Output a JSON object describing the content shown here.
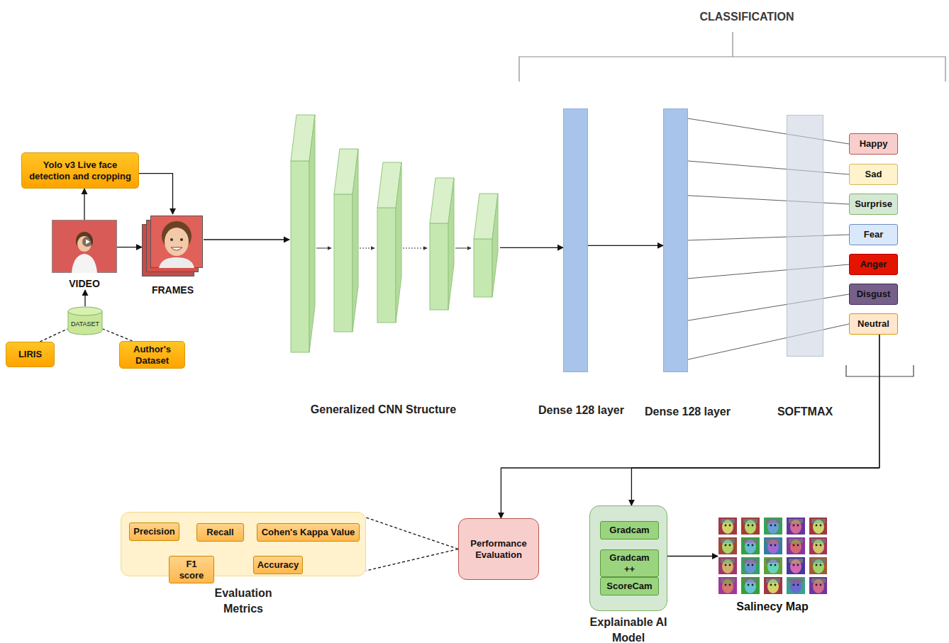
{
  "diagram": {
    "nodes": [
      {
        "text": [
          "Yolo v3 Live face detection and cropping"
        ]
      },
      {
        "text": [
          "VIDEO"
        ]
      },
      {
        "text": [
          "FRAMES"
        ]
      },
      {
        "text": [
          "DATASET"
        ]
      },
      {
        "text": [
          "LIRIS"
        ]
      },
      {
        "text": [
          "Author's Dataset"
        ]
      },
      {
        "text": [
          "Generalized CNN Structure"
        ]
      },
      {
        "text": [
          "Dense 128 layer"
        ]
      },
      {
        "text": [
          "Dense 128 layer"
        ]
      },
      {
        "text": [
          "SOFTMAX"
        ]
      },
      {
        "text": [
          "Happy"
        ]
      },
      {
        "text": [
          "Sad"
        ]
      },
      {
        "text": [
          "Surprise"
        ]
      },
      {
        "text": [
          "Fear"
        ]
      },
      {
        "text": [
          "Anger"
        ]
      },
      {
        "text": [
          "Disgust"
        ]
      },
      {
        "text": [
          "Neutral"
        ]
      },
      {
        "text": [
          "Evaluation Metrics"
        ]
      },
      {
        "text": [
          "Precision"
        ],
        "in": 17
      },
      {
        "text": [
          "Recall"
        ],
        "in": 17
      },
      {
        "text": [
          "Cohen's Kappa Value"
        ],
        "in": 17
      },
      {
        "text": [
          "F1 score"
        ],
        "in": 17
      },
      {
        "text": [
          "Accuracy"
        ],
        "in": 17
      },
      {
        "text": [
          "Performance Evaluation"
        ]
      },
      {
        "text": [
          "Explainable AI Model"
        ]
      },
      {
        "text": [
          "Gradcam"
        ],
        "in": 24
      },
      {
        "text": [
          "Gradcam ++"
        ],
        "in": 24
      },
      {
        "text": [
          "ScoreCam"
        ],
        "in": 24
      },
      {
        "text": [
          "Salinecy Map"
        ]
      }
    ],
    "edges": [
      {
        "from": 1,
        "to": 0,
        "arrow": "to"
      },
      {
        "from": 0,
        "to": 2,
        "arrow": "to"
      },
      {
        "from": 1,
        "to": 2,
        "arrow": "to"
      },
      {
        "from": 3,
        "to": 1,
        "arrow": "to"
      },
      {
        "from": 4,
        "to": 3,
        "arrow": "none"
      },
      {
        "from": 5,
        "to": 3,
        "arrow": "none"
      },
      {
        "from": 2,
        "to": 6,
        "arrow": "to"
      },
      {
        "from": 6,
        "to": 7,
        "arrow": "to"
      },
      {
        "from": 7,
        "to": 8,
        "arrow": "to"
      },
      {
        "from": 8,
        "to": 10,
        "arrow": "none"
      },
      {
        "from": 8,
        "to": 11,
        "arrow": "none"
      },
      {
        "from": 8,
        "to": 12,
        "arrow": "none"
      },
      {
        "from": 8,
        "to": 13,
        "arrow": "none"
      },
      {
        "from": 8,
        "to": 14,
        "arrow": "none"
      },
      {
        "from": 8,
        "to": 15,
        "arrow": "none"
      },
      {
        "from": 8,
        "to": 16,
        "arrow": "none"
      },
      {
        "from": 16,
        "to": 23,
        "arrow": "to"
      },
      {
        "from": 16,
        "to": 24,
        "arrow": "to"
      },
      {
        "from": 23,
        "to": 17,
        "arrow": "none"
      },
      {
        "from": 24,
        "to": 28,
        "arrow": "to"
      }
    ],
    "labels": [
      "CLASSIFICATION"
    ]
  }
}
